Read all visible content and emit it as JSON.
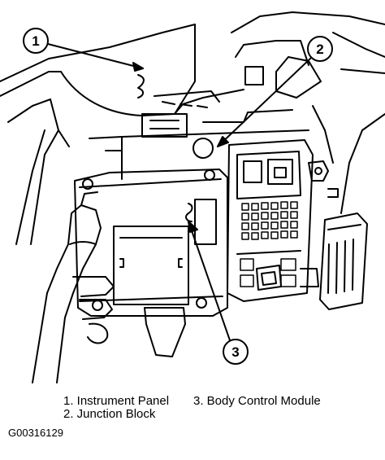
{
  "callouts": {
    "c1": "1",
    "c2": "2",
    "c3": "3"
  },
  "legend": {
    "item1": "1. Instrument Panel",
    "item2": "2. Junction Block",
    "item3": "3. Body Control Module"
  },
  "figure_code": "G00316129",
  "colors": {
    "ink": "#000000",
    "paper": "#ffffff"
  }
}
